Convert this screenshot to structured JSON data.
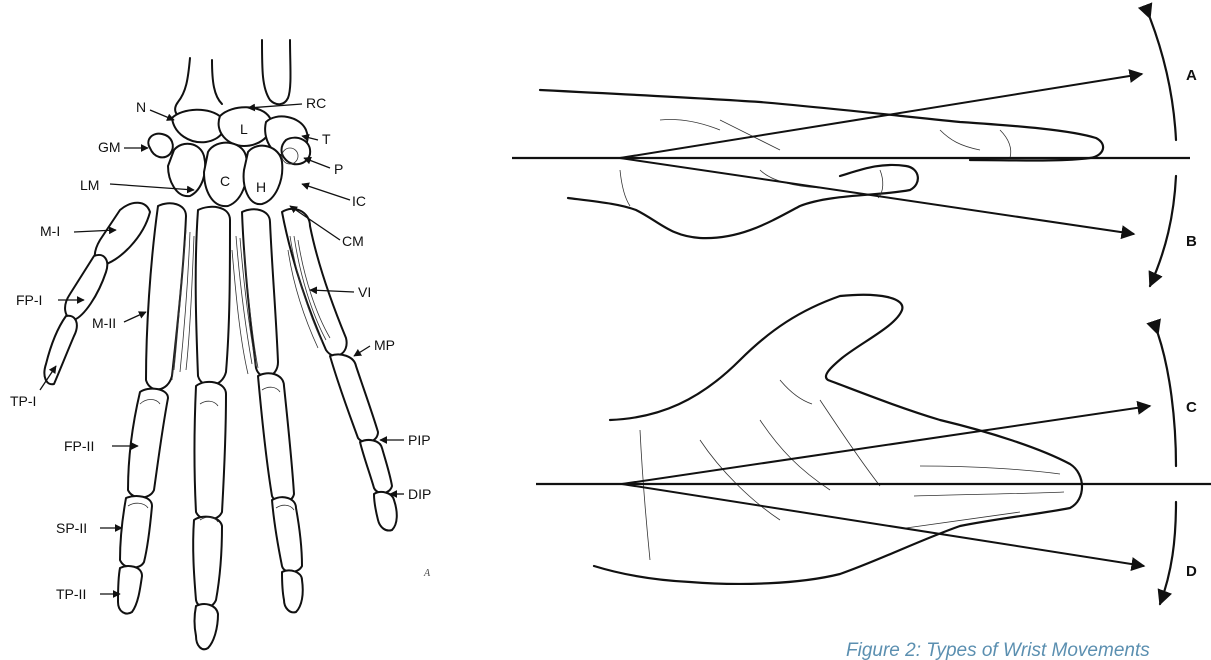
{
  "hand_diagram": {
    "labels": {
      "n": "N",
      "rc": "RC",
      "gm": "GM",
      "l": "L",
      "t": "T",
      "p": "P",
      "lm": "LM",
      "c": "C",
      "h": "H",
      "ic": "IC",
      "m1": "M-I",
      "cm": "CM",
      "fp1": "FP-I",
      "vi": "VI",
      "m2": "M-II",
      "mp": "MP",
      "tp1": "TP-I",
      "fp2": "FP-II",
      "pip": "PIP",
      "dip": "DIP",
      "sp2": "SP-II",
      "tp2": "TP-II",
      "panel": "A"
    }
  },
  "wrist_diagram": {
    "labels": {
      "a": "A",
      "b": "B",
      "c": "C",
      "d": "D"
    },
    "caption": "Figure 2: Types of Wrist Movements"
  },
  "colors": {
    "ink": "#111111",
    "caption": "#5b8fb0"
  }
}
